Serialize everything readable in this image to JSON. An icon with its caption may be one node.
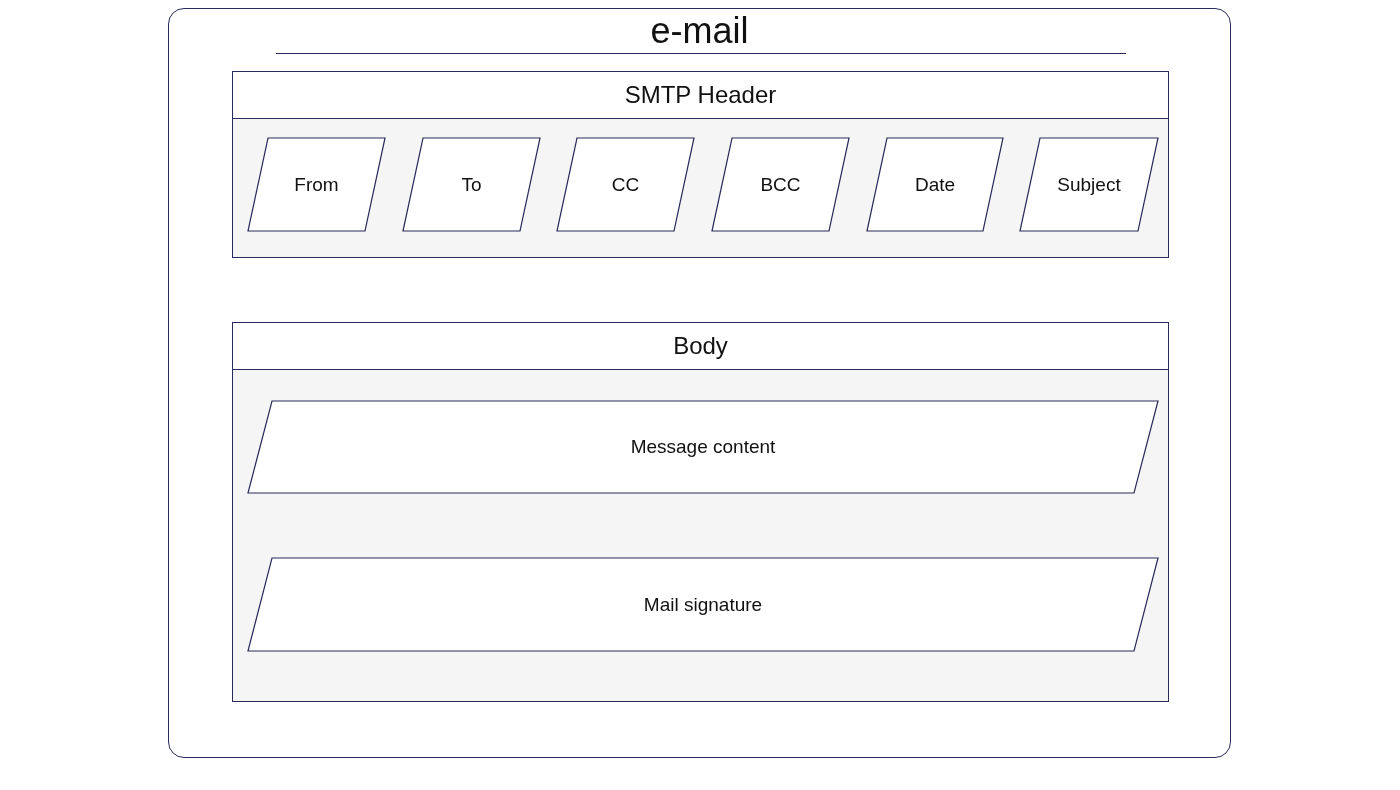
{
  "diagram": {
    "nodes": [
      {
        "text": [
          "e-mail"
        ]
      },
      {
        "text": [
          "SMTP Header"
        ],
        "in": 0
      },
      {
        "text": [
          "From"
        ],
        "in": 1
      },
      {
        "text": [
          "To"
        ],
        "in": 1
      },
      {
        "text": [
          "CC"
        ],
        "in": 1
      },
      {
        "text": [
          "BCC"
        ],
        "in": 1
      },
      {
        "text": [
          "Date"
        ],
        "in": 1
      },
      {
        "text": [
          "Subject"
        ],
        "in": 1
      },
      {
        "text": [
          "Body"
        ],
        "in": 0
      },
      {
        "text": [
          "Message content"
        ],
        "in": 8
      },
      {
        "text": [
          "Mail signature"
        ],
        "in": 8
      }
    ],
    "edges": []
  }
}
